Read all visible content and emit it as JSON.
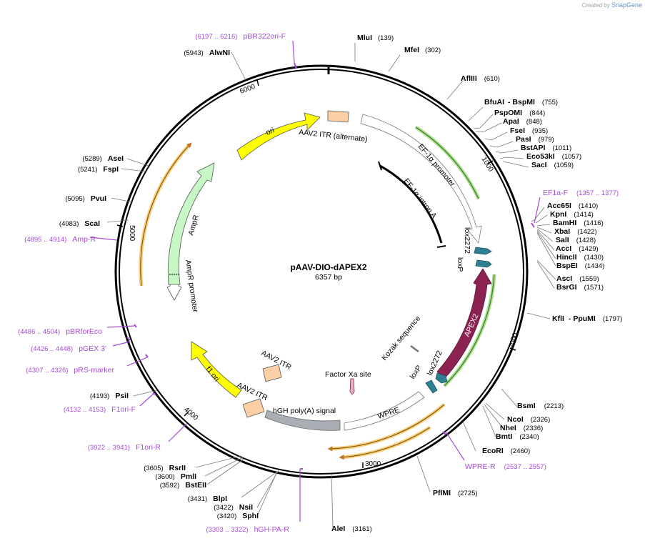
{
  "watermark": {
    "prefix": "Created by",
    "brand": "SnapGene"
  },
  "plasmid": {
    "name": "pAAV-DIO-dAPEX2",
    "size": "6357 bp"
  },
  "ticks": [
    "1000",
    "2000",
    "3000",
    "4000",
    "5000",
    "6000"
  ],
  "features": {
    "ori": "ori",
    "aav2_itr_alt": "AAV2 ITR (alternate)",
    "ef1a_promoter": "EF-1α promoter",
    "ef1a_intron": "EF-1α intron A",
    "lox2272_top": "lox2272",
    "loxp_top": "loxP",
    "apex2": "APEX2",
    "kozak": "Kozak sequence",
    "factor_xa": "Factor Xa site",
    "loxp_bottom": "loxP",
    "lox2272_bottom": "lox2272",
    "wpre": "WPRE",
    "hgh_polya": "hGH poly(A) signal",
    "aav2_itr_bottom": "AAV2 ITR",
    "aav2_itr_small": "AAV2 ITR",
    "f1_ori": "f1 ori",
    "ampr": "AmpR",
    "ampr_promoter": "AmpR promoter"
  },
  "enzymes": [
    {
      "name": "MluI",
      "pos": "(139)"
    },
    {
      "name": "MfeI",
      "pos": "(302)"
    },
    {
      "name": "AflIII",
      "pos": "(610)"
    },
    {
      "name": "BfuAI",
      "extra": "- BspMI",
      "pos": "(755)"
    },
    {
      "name": "PspOMI",
      "pos": "(844)"
    },
    {
      "name": "ApaI",
      "pos": "(848)"
    },
    {
      "name": "FseI",
      "pos": "(935)"
    },
    {
      "name": "PasI",
      "pos": "(979)"
    },
    {
      "name": "BstAPI",
      "pos": "(1011)"
    },
    {
      "name": "Eco53kI",
      "pos": "(1057)"
    },
    {
      "name": "SacI",
      "pos": "(1059)"
    },
    {
      "name": "Acc65I",
      "pos": "(1410)"
    },
    {
      "name": "KpnI",
      "pos": "(1414)"
    },
    {
      "name": "BamHI",
      "pos": "(1416)"
    },
    {
      "name": "XbaI",
      "pos": "(1422)"
    },
    {
      "name": "SalI",
      "pos": "(1428)"
    },
    {
      "name": "AccI",
      "pos": "(1429)"
    },
    {
      "name": "HincII",
      "pos": "(1430)"
    },
    {
      "name": "BspEI",
      "pos": "(1434)"
    },
    {
      "name": "AscI",
      "pos": "(1559)"
    },
    {
      "name": "BsrGI",
      "pos": "(1571)"
    },
    {
      "name": "KflI",
      "extra": "- PpuMI",
      "pos": "(1797)"
    },
    {
      "name": "BsmI",
      "pos": "(2213)"
    },
    {
      "name": "NcoI",
      "pos": "(2326)"
    },
    {
      "name": "NheI",
      "pos": "(2336)"
    },
    {
      "name": "BmtI",
      "pos": "(2340)"
    },
    {
      "name": "EcoRI",
      "pos": "(2460)"
    },
    {
      "name": "PflMI",
      "pos": "(2725)"
    },
    {
      "name": "AleI",
      "pos": "(3161)"
    },
    {
      "name": "SphI",
      "pos": "(3420)"
    },
    {
      "name": "NsiI",
      "pos": "(3422)"
    },
    {
      "name": "BlpI",
      "pos": "(3431)"
    },
    {
      "name": "BstEII",
      "pos": "(3592)"
    },
    {
      "name": "PmlI",
      "pos": "(3600)"
    },
    {
      "name": "RsrII",
      "pos": "(3605)"
    },
    {
      "name": "PsiI",
      "pos": "(4193)"
    },
    {
      "name": "ScaI",
      "pos": "(4983)"
    },
    {
      "name": "PvuI",
      "pos": "(5095)"
    },
    {
      "name": "FspI",
      "pos": "(5241)"
    },
    {
      "name": "AseI",
      "pos": "(5289)"
    },
    {
      "name": "AlwNI",
      "pos": "(5943)"
    }
  ],
  "primers": [
    {
      "name": "pBR322ori-F",
      "pos": "(6197 .. 6216)"
    },
    {
      "name": "EF1a-F",
      "pos": "(1357 .. 1377)"
    },
    {
      "name": "WPRE-R",
      "pos": "(2537 .. 2557)"
    },
    {
      "name": "hGH-PA-R",
      "pos": "(3303 .. 3322)"
    },
    {
      "name": "F1ori-R",
      "pos": "(3922 .. 3941)"
    },
    {
      "name": "F1ori-F",
      "pos": "(4132 .. 4153)"
    },
    {
      "name": "pRS-marker",
      "pos": "(4307 .. 4326)"
    },
    {
      "name": "pGEX 3'",
      "pos": "(4426 .. 4448)"
    },
    {
      "name": "pBRforEco",
      "pos": "(4486 .. 4504)"
    },
    {
      "name": "Amp-R",
      "pos": "(4895 .. 4914)"
    }
  ],
  "colors": {
    "ori": "#ffff00",
    "itr": "#fdcfa7",
    "promoter": "#ffffff",
    "intron": "#000000",
    "lox": "#2f7f93",
    "apex2": "#8b2252",
    "wpre": "#ffffff",
    "polya": "#a9aeb4",
    "ampr": "#c7f7c4",
    "primer": "#a64bd6",
    "green_glow": "#9ad36a",
    "orange_glow": "#f6c35b"
  }
}
